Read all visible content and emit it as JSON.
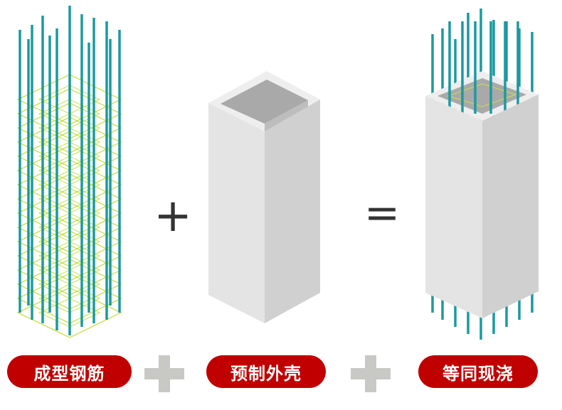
{
  "labels": {
    "rebar": "成型钢筋",
    "shell": "预制外壳",
    "result": "等同现浇"
  },
  "colors": {
    "rebar": "#1a9aa0",
    "stirrup": "#c8e04a",
    "concrete_front": "#e2e2e2",
    "concrete_side": "#cfcfcf",
    "label_bg": "#c00000",
    "plus_gray": "#c8c8c4",
    "operator": "#333333"
  }
}
